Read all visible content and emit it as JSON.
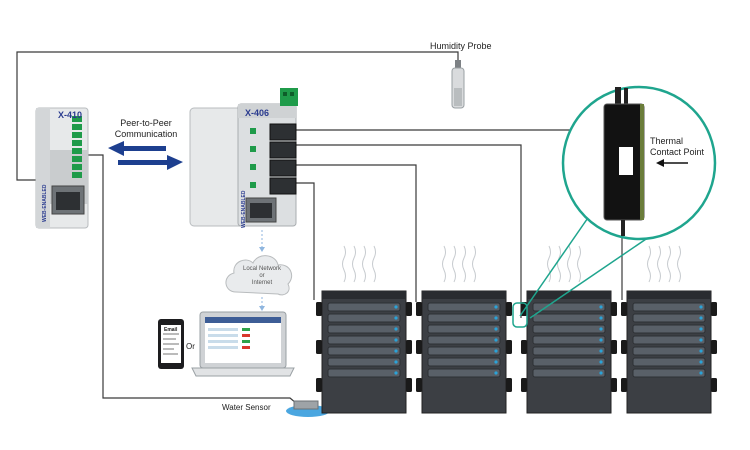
{
  "labels": {
    "humidity_probe": "Humidity Probe",
    "peer_to_peer": "Peer-to-Peer",
    "communication": "Communication",
    "thermal_line1": "Thermal",
    "thermal_line2": "Contact Point",
    "local_network_1": "Local Network",
    "local_network_2": "or",
    "local_network_3": "Internet",
    "or": "Or",
    "water_sensor": "Water Sensor"
  },
  "devices": {
    "left_model": "X-410",
    "center_model": "X-406",
    "web_enabled": "WEB-ENABLED",
    "phone_text": "Email"
  },
  "colors": {
    "wire": "#3a3a3a",
    "arrow": "#1d3f8f",
    "callout": "#1fa58e",
    "server_body": "#3c3f44",
    "server_bay": "#596068",
    "server_led": "#2aa3d8",
    "module_body": "#e7e9ea",
    "terminal_green": "#1f9b4a"
  },
  "servers_count": 4
}
